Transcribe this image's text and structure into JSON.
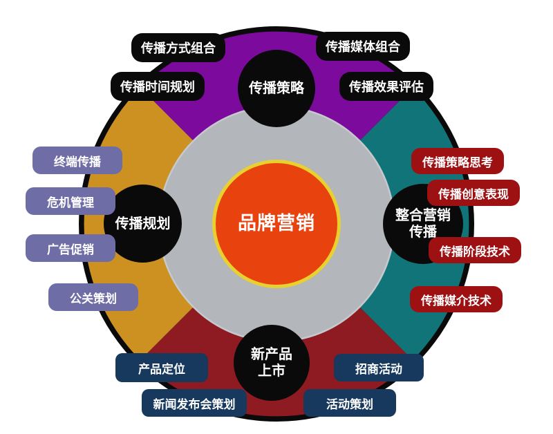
{
  "diagram_title": "品牌营销",
  "colors": {
    "strategy-quadrant": "#7b0a9d",
    "integrated-quadrant": "#117479",
    "launch-quadrant": "#8e1a22",
    "planning-quadrant": "#cd9122",
    "inner-ring": "#b3b6bb",
    "inner-ring-border": "#c6c9cd",
    "center-fill": "#e8430e",
    "center-border": "#e7d02f",
    "node-black": "#0a0a0a",
    "callout-black": "#0a0a0a",
    "callout-red": "#9e1113",
    "callout-navy": "#17395e",
    "callout-slate": "#6f6da5",
    "outline": "#0a0a0a",
    "text": "#ffffff"
  },
  "center": {
    "label": "品牌营销"
  },
  "nodes": {
    "top": {
      "label": "传播策略"
    },
    "right": {
      "line1": "整合营销",
      "line2": "传播"
    },
    "bottom": {
      "line1": "新产品",
      "line2": "上市"
    },
    "left": {
      "label": "传播规划"
    }
  },
  "callouts": {
    "strategy": [
      "传播方式组合",
      "传播媒体组合",
      "传播时间规划",
      "传播效果评估"
    ],
    "integrated": [
      "传播策略思考",
      "传播创意表现",
      "传播阶段技术",
      "传播媒介技术"
    ],
    "planning": [
      "终端传播",
      "危机管理",
      "广告促销",
      "公关策划"
    ],
    "launch": [
      "产品定位",
      "新闻发布会策划",
      "招商活动",
      "活动策划"
    ]
  }
}
